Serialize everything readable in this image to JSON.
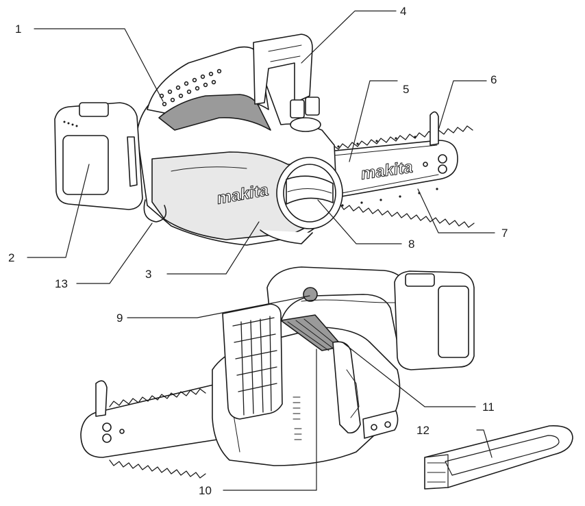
{
  "brand": "makita",
  "callouts": [
    {
      "id": "1",
      "text": "1"
    },
    {
      "id": "2",
      "text": "2"
    },
    {
      "id": "3",
      "text": "3"
    },
    {
      "id": "4",
      "text": "4"
    },
    {
      "id": "5",
      "text": "5"
    },
    {
      "id": "6",
      "text": "6"
    },
    {
      "id": "7",
      "text": "7"
    },
    {
      "id": "8",
      "text": "8"
    },
    {
      "id": "9",
      "text": "9"
    },
    {
      "id": "10",
      "text": "10"
    },
    {
      "id": "11",
      "text": "11"
    },
    {
      "id": "12",
      "text": "12"
    },
    {
      "id": "13",
      "text": "13"
    }
  ],
  "colors": {
    "line": "#1a1a1a",
    "shade": "#d6d6d6",
    "dark": "#9a9a9a",
    "paper": "#ffffff"
  }
}
